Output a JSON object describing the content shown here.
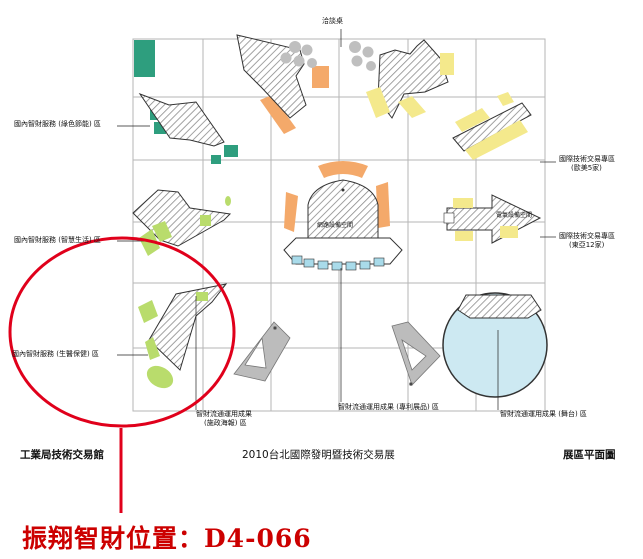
{
  "zones": {
    "green_energy": "國內智財服務 (綠色節能) 區",
    "smart_life": "國內智財服務 (智慧生活) 區",
    "bio_health": "國內智財服務 (生醫保健) 區",
    "intl_us5": {
      "line1": "國際技術交易專區",
      "line2": "(歐美5家)"
    },
    "intl_east12": {
      "line1": "國際技術交易專區",
      "line2": "(東亞12家)"
    },
    "patent_products": "智財流通運用成果 (專利展品) 區",
    "policy_posters": {
      "line1": "智財流通運用成果",
      "line2": "(施政海報) 區"
    },
    "stage": "智財流通運用成果 (舞台) 區"
  },
  "areas": {
    "meeting_table": "洽談桌",
    "network_space": "網路設備空間",
    "electrical_space": "電氣設備空間"
  },
  "footer": {
    "left": "工業局技術交易館",
    "center": "2010台北國際發明暨技術交易展",
    "right": "展區平面圖"
  },
  "caption": "振翔智財位置：D4-066",
  "colors": {
    "highlight": "#e0001b",
    "green_booth": "#2e9e7e",
    "light_green_booth": "#b9dc6c",
    "yellow_booth": "#f4e98c",
    "orange_booth": "#f4a96a",
    "stage": "#cde9f2",
    "blue_booth": "#a9dbea"
  }
}
